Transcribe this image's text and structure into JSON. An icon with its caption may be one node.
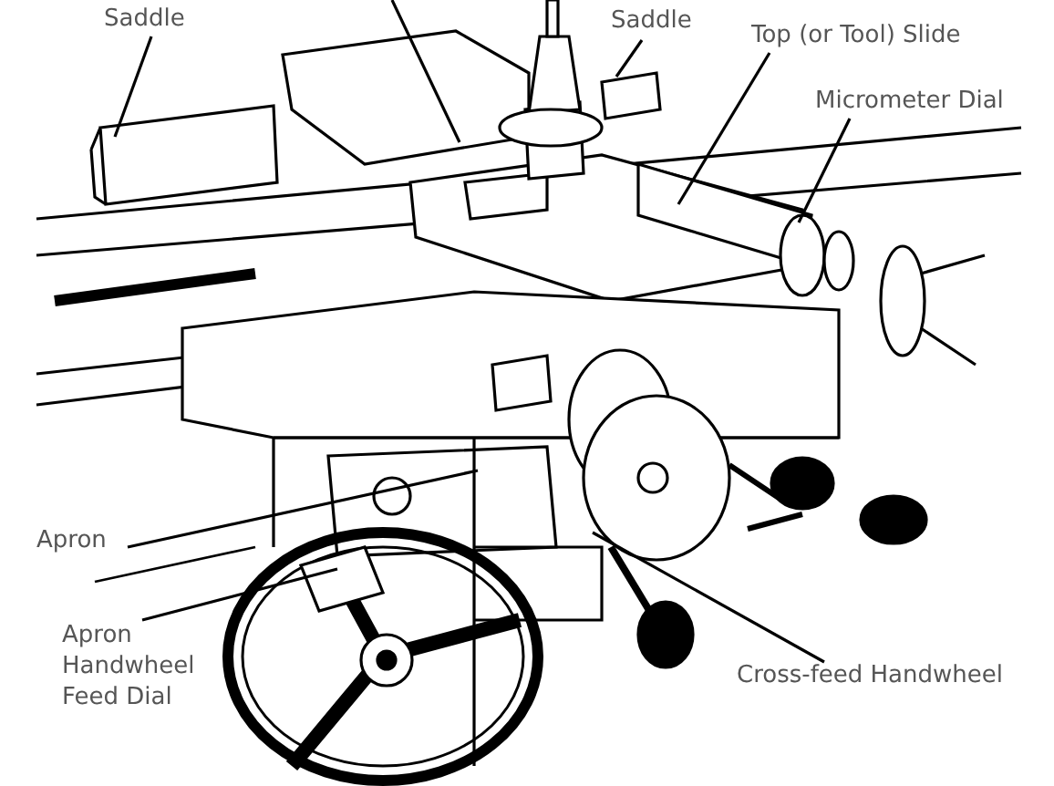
{
  "diagram": {
    "nodes": [
      {
        "text": [
          "Saddle"
        ]
      },
      {
        "text": [
          "Saddle"
        ]
      },
      {
        "text": [
          "Top (or Tool) Slide"
        ]
      },
      {
        "text": [
          "Micrometer Dial"
        ]
      },
      {
        "text": [
          "Apron"
        ]
      },
      {
        "text": [
          "Apron Handwheel Feed Dial"
        ]
      },
      {
        "text": [
          "Cross-feed Handwheel"
        ]
      }
    ],
    "edges": [
      {
        "from": 0,
        "to": null,
        "arrow": "none"
      },
      {
        "from": 1,
        "to": null,
        "arrow": "none"
      },
      {
        "from": 2,
        "to": null,
        "arrow": "none"
      },
      {
        "from": 3,
        "to": null,
        "arrow": "none"
      },
      {
        "from": 4,
        "to": null,
        "arrow": "none"
      },
      {
        "from": 5,
        "to": null,
        "arrow": "none"
      },
      {
        "from": 6,
        "to": null,
        "arrow": "none"
      }
    ]
  }
}
